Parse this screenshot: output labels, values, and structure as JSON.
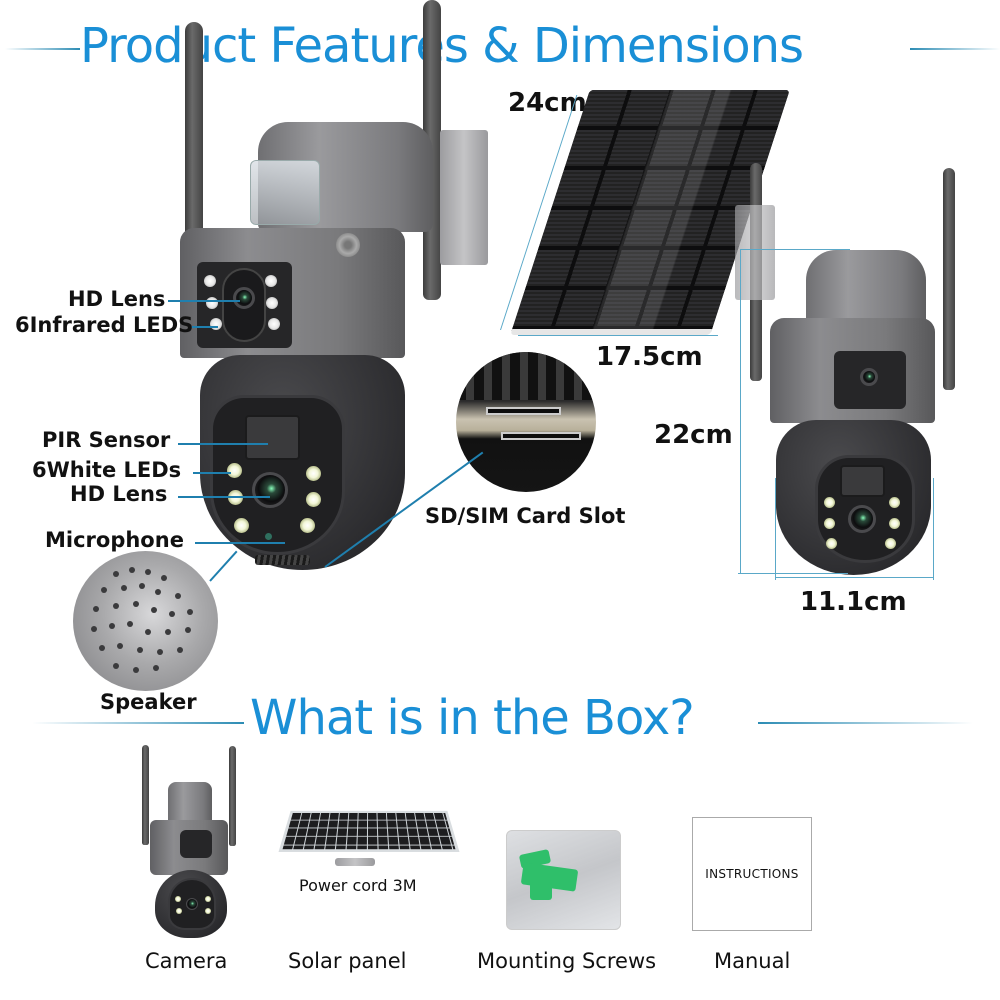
{
  "sections": {
    "features_title": "Product Features & Dimensions",
    "box_title": "What is in the Box?"
  },
  "colors": {
    "heading": "#1a8fd6",
    "leader_line": "#1f7fae",
    "dimension_line": "#5aa8c8"
  },
  "callouts": {
    "hd_lens_top": "HD Lens",
    "infrared_leds": "6Infrared LEDS",
    "pir_sensor": "PIR Sensor",
    "white_leds": "6White LEDs",
    "hd_lens_bottom": "HD Lens",
    "microphone": "Microphone",
    "sd_sim_slot": "SD/SIM Card Slot",
    "speaker": "Speaker"
  },
  "dimensions": {
    "solar_height": "24cm",
    "solar_width": "17.5cm",
    "camera_height": "22cm",
    "camera_width": "11.1cm"
  },
  "box_items": [
    {
      "label": "Camera",
      "icon": "camera-icon"
    },
    {
      "label": "Solar panel",
      "icon": "solar-panel-icon",
      "note": "Power cord 3M"
    },
    {
      "label": "Mounting Screws",
      "icon": "screw-bag-icon"
    },
    {
      "label": "Manual",
      "icon": "manual-icon",
      "cover_text": "INSTRUCTIONS"
    }
  ]
}
